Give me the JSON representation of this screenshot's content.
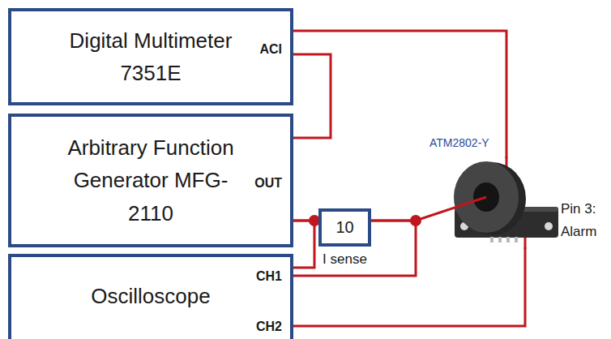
{
  "diagram": {
    "nodes": [
      {
        "text": [
          "Digital Multimeter 7351E",
          "ACI"
        ]
      },
      {
        "text": [
          "Arbitrary Function Generator MFG-2110",
          "OUT"
        ]
      },
      {
        "text": [
          "10",
          "I sense"
        ]
      },
      {
        "text": [
          "Oscilloscope",
          "CH1",
          "CH2"
        ]
      },
      {
        "text": [
          "ATM2802-Y"
        ]
      }
    ],
    "edges": [
      {
        "from": 0,
        "to": 1,
        "arrow": "none"
      },
      {
        "from": 0,
        "to": 4,
        "arrow": "none"
      },
      {
        "from": 1,
        "to": 2,
        "arrow": "none"
      },
      {
        "from": 2,
        "to": 4,
        "arrow": "none"
      },
      {
        "from": 1,
        "to": 3,
        "arrow": "none"
      },
      {
        "from": 2,
        "to": 3,
        "arrow": "none"
      },
      {
        "from": 3,
        "to": 4,
        "arrow": "none"
      }
    ],
    "labels": [
      "Pin 3: Alarm"
    ]
  }
}
